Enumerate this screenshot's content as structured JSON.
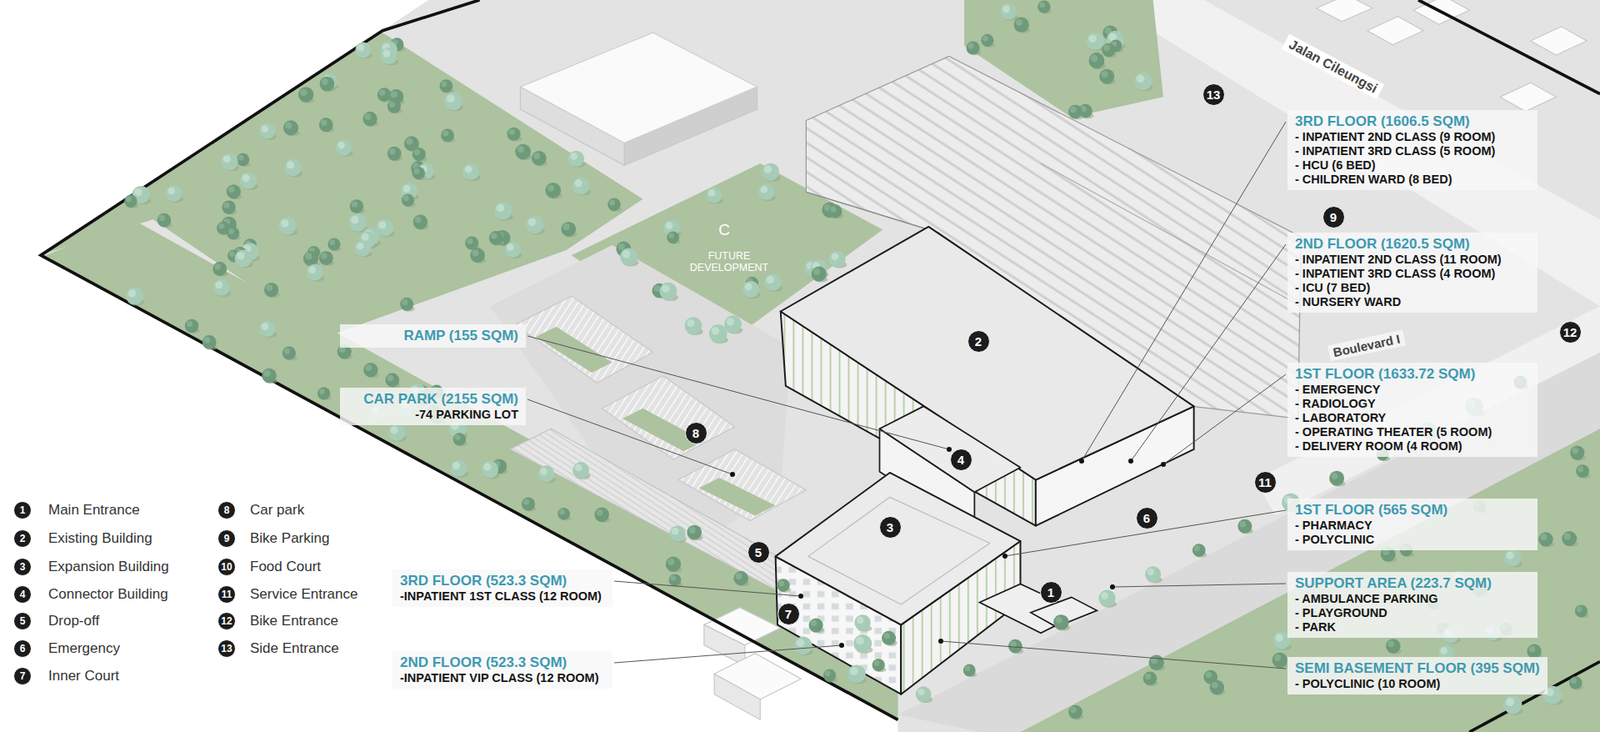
{
  "diagram": {
    "nodes": [
      {
        "text": [
          "RAMP (155 SQM)"
        ]
      },
      {
        "text": [
          "CAR PARK (2155 SQM)",
          "-74 PARKING LOT"
        ]
      },
      {
        "text": [
          "3RD FLOOR (523.3 SQM)",
          "-INPATIENT 1ST CLASS (12 ROOM)"
        ]
      },
      {
        "text": [
          "2ND FLOOR (523.3 SQM)",
          "-INPATIENT VIP CLASS (12 ROOM)"
        ]
      },
      {
        "text": [
          "3RD FLOOR (1606.5 SQM)",
          "- INPATIENT 2ND CLASS (9 ROOM)",
          "- INPATIENT 3RD CLASS (5 ROOM)",
          "- HCU (6 BED)",
          "- CHILDREN WARD (8 BED)"
        ]
      },
      {
        "text": [
          "2ND FLOOR (1620.5 SQM)",
          "- INPATIENT 2ND CLASS (11 ROOM)",
          "- INPATIENT 3RD CLASS (4 ROOM)",
          "- ICU (7 BED)",
          "- NURSERY WARD"
        ]
      },
      {
        "text": [
          "1ST FLOOR (1633.72 SQM)",
          "- EMERGENCY",
          "- RADIOLOGY",
          "- LABORATORY",
          "- OPERATING THEATER (5 ROOM)",
          "- DELIVERY ROOM (4 ROOM)"
        ]
      },
      {
        "text": [
          "1ST FLOOR (565 SQM)",
          "- PHARMACY",
          "- POLYCLINIC"
        ]
      },
      {
        "text": [
          "SUPPORT AREA (223.7 SQM)",
          "- AMBULANCE PARKING",
          "- PLAYGROUND",
          "- PARK"
        ]
      },
      {
        "text": [
          "SEMI BASEMENT FLOOR (395 SQM)",
          "- POLYCLINIC (10 ROOM)"
        ]
      },
      {
        "text": [
          "13"
        ]
      },
      {
        "text": [
          "9"
        ]
      },
      {
        "text": [
          "12"
        ]
      },
      {
        "text": [
          "2"
        ]
      },
      {
        "text": [
          "8"
        ]
      },
      {
        "text": [
          "4"
        ]
      },
      {
        "text": [
          "11"
        ]
      },
      {
        "text": [
          "6"
        ]
      },
      {
        "text": [
          "3"
        ]
      },
      {
        "text": [
          "5"
        ]
      },
      {
        "text": [
          "1"
        ]
      },
      {
        "text": [
          "7"
        ]
      }
    ],
    "labels": [
      "C",
      "FUTURE DEVELOPMENT",
      "Jalan Cileungsi",
      "Boulevard I",
      "1",
      "2",
      "3",
      "4",
      "5",
      "6",
      "7",
      "8",
      "9",
      "10",
      "11",
      "12",
      "13"
    ],
    "legend": [
      {
        "text": "Main Entrance"
      },
      {
        "text": "Existing Building"
      },
      {
        "text": "Expansion Building"
      },
      {
        "text": "Connector Building"
      },
      {
        "text": "Drop-off"
      },
      {
        "text": "Emergency"
      },
      {
        "text": "Inner Court"
      },
      {
        "text": "Car park"
      },
      {
        "text": "Bike Parking"
      },
      {
        "text": "Food Court"
      },
      {
        "text": "Service Entrance"
      },
      {
        "text": "Bike Entrance"
      },
      {
        "text": "Side Entrance"
      }
    ]
  }
}
